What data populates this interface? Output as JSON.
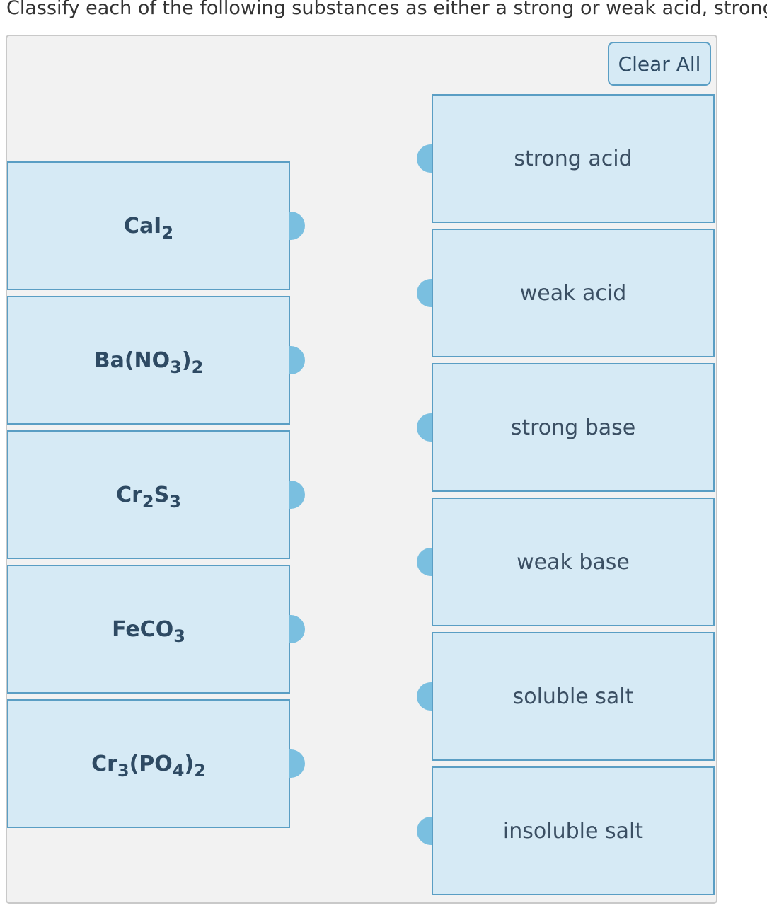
{
  "question": {
    "instruction": "Classify each of the following substances as either a strong or weak acid, strong"
  },
  "toolbar": {
    "clear_label": "Clear All"
  },
  "substances": [
    {
      "base1": "CaI",
      "sub1": "2",
      "base2": "",
      "sub2": "",
      "base3": "",
      "sub3": "",
      "tail": ""
    },
    {
      "base1": "Ba(NO",
      "sub1": "3",
      "base2": ")",
      "sub2": "2",
      "base3": "",
      "sub3": "",
      "tail": ""
    },
    {
      "base1": "Cr",
      "sub1": "2",
      "base2": "S",
      "sub2": "3",
      "base3": "",
      "sub3": "",
      "tail": ""
    },
    {
      "base1": "FeCO",
      "sub1": "3",
      "base2": "",
      "sub2": "",
      "base3": "",
      "sub3": "",
      "tail": ""
    },
    {
      "base1": "Cr",
      "sub1": "3",
      "base2": "(PO",
      "sub2": "4",
      "base3": ")",
      "sub3": "2",
      "tail": ""
    }
  ],
  "categories": [
    {
      "label": "strong acid"
    },
    {
      "label": "weak acid"
    },
    {
      "label": "strong base"
    },
    {
      "label": "weak base"
    },
    {
      "label": "soluble salt"
    },
    {
      "label": "insoluble salt"
    }
  ],
  "colors": {
    "panel_bg": "#f2f2f2",
    "box_bg": "#d6eaf5",
    "box_border": "#5a9ec4",
    "knob": "#7abfe0",
    "text": "#2e4a63"
  }
}
